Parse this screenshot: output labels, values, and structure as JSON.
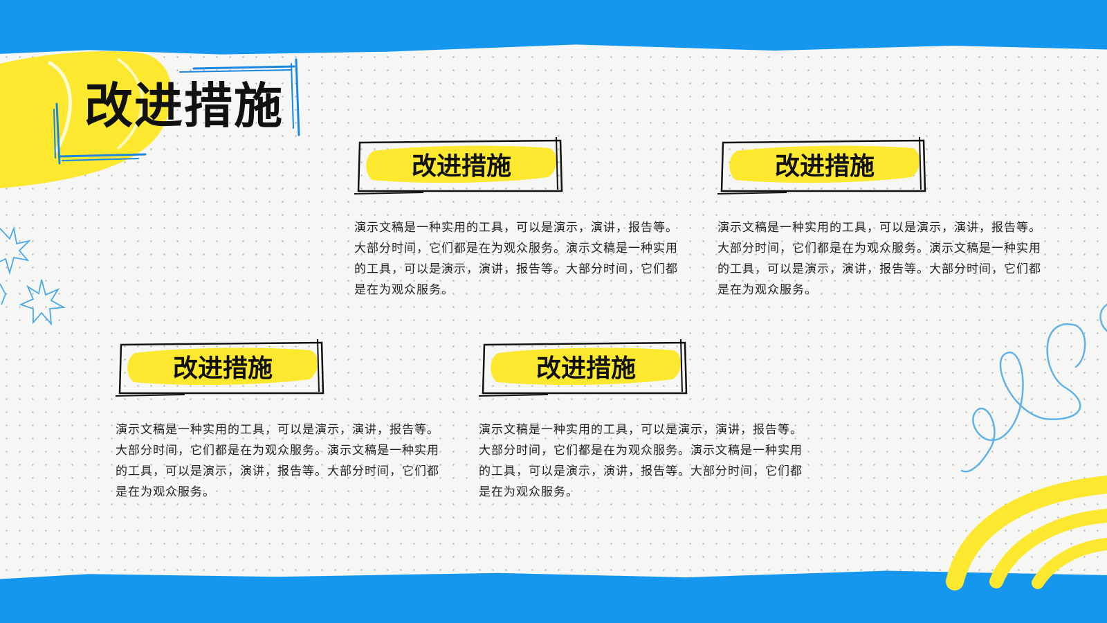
{
  "slide": {
    "title": "改进措施"
  },
  "cards": [
    {
      "title": "改进措施",
      "text": "演示文稿是一种实用的工具，可以是演示，演讲，报告等。大部分时间，它们都是在为观众服务。演示文稿是一种实用的工具，可以是演示，演讲，报告等。大部分时间，它们都是在为观众服务。"
    },
    {
      "title": "改进措施",
      "text": "演示文稿是一种实用的工具，可以是演示，演讲，报告等。大部分时间，它们都是在为观众服务。演示文稿是一种实用的工具，可以是演示，演讲，报告等。大部分时间，它们都是在为观众服务。"
    },
    {
      "title": "改进措施",
      "text": "演示文稿是一种实用的工具，可以是演示，演讲，报告等。大部分时间，它们都是在为观众服务。演示文稿是一种实用的工具，可以是演示，演讲，报告等。大部分时间，它们都是在为观众服务。"
    },
    {
      "title": "改进措施",
      "text": "演示文稿是一种实用的工具，可以是演示，演讲，报告等。大部分时间，它们都是在为观众服务。演示文稿是一种实用的工具，可以是演示，演讲，报告等。大部分时间，它们都是在为观众服务。"
    }
  ],
  "colors": {
    "frame_blue": "#1597f0",
    "highlight_yellow": "#fbe82f",
    "doodle_blue": "#5fb2e8",
    "paper": "#f6f6f4"
  }
}
